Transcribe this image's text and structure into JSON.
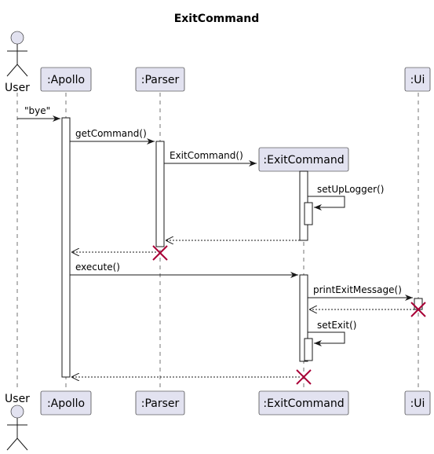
{
  "diagram": {
    "title": "ExitCommand",
    "participants": {
      "user": "User",
      "apollo": ":Apollo",
      "parser": ":Parser",
      "exitcommand": ":ExitCommand",
      "ui": ":Ui"
    },
    "messages": {
      "bye": "\"bye\"",
      "get_command": "getCommand()",
      "exit_command_ctor": "ExitCommand()",
      "set_up_logger": "setUpLogger()",
      "execute": "execute()",
      "print_exit_message": "printExitMessage()",
      "set_exit": "setExit()"
    }
  }
}
